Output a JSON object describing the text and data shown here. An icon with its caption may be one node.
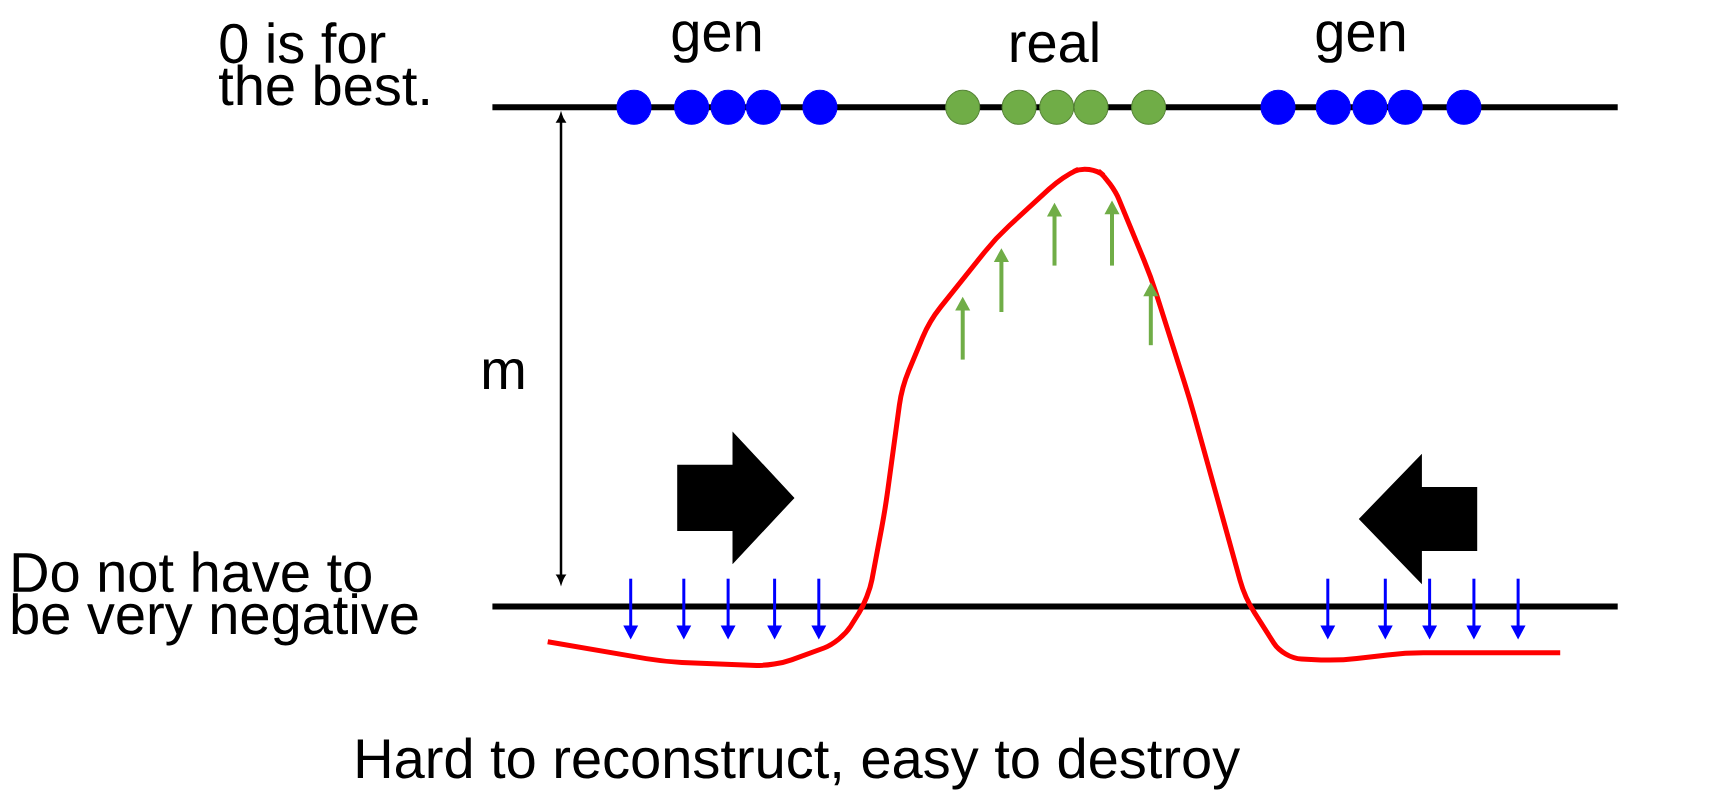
{
  "diagram": {
    "labels": [
      "0 is for the best.",
      "gen",
      "real",
      "gen",
      "m",
      "Do not have to be very negative",
      "Hard to reconstruct, easy to destroy"
    ]
  }
}
